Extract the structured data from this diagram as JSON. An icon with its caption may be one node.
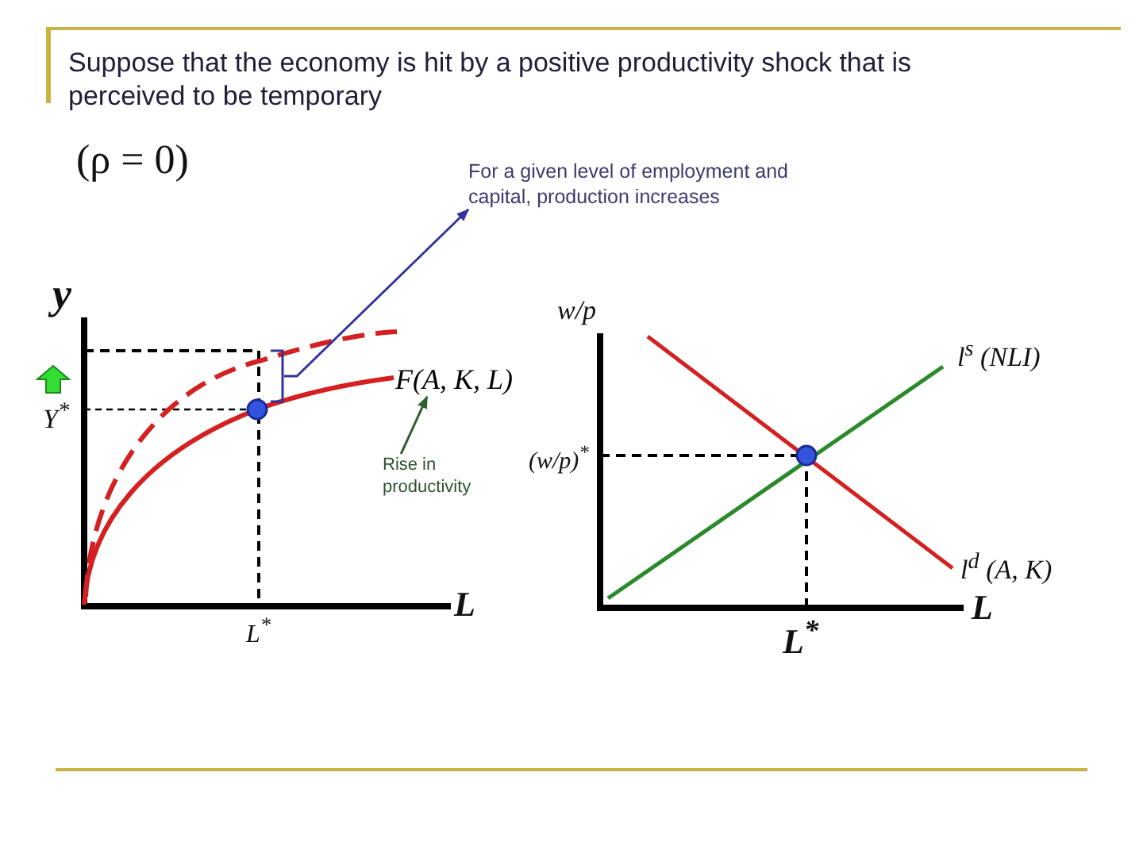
{
  "diagram": {
    "title": "Suppose that the economy is hit by a positive productivity shock that is perceived to be temporary",
    "nodes": [
      {
        "text": [
          "For a given level of employment and capital, production increases"
        ]
      },
      {
        "text": [],
        "shape": "bracket"
      },
      {
        "text": [
          "F(A, K, L)"
        ]
      },
      {
        "text": [
          "Rise in productivity"
        ]
      }
    ],
    "edges": [
      {
        "from": 1,
        "to": 0,
        "arrow": "to",
        "color": "#333399"
      },
      {
        "from": 3,
        "to": 2,
        "arrow": "to",
        "color": "#2f5f2f"
      }
    ],
    "labels": [
      "(ρ = 0)",
      "y",
      "w/p",
      "l$^{s}$ (NLI)",
      "Y$^{*}$",
      "(w/p)$^{*}$",
      "l$^{d}$ (A, K)",
      "L",
      "L",
      "L$^{*}$",
      "L$^{*}$"
    ]
  }
}
